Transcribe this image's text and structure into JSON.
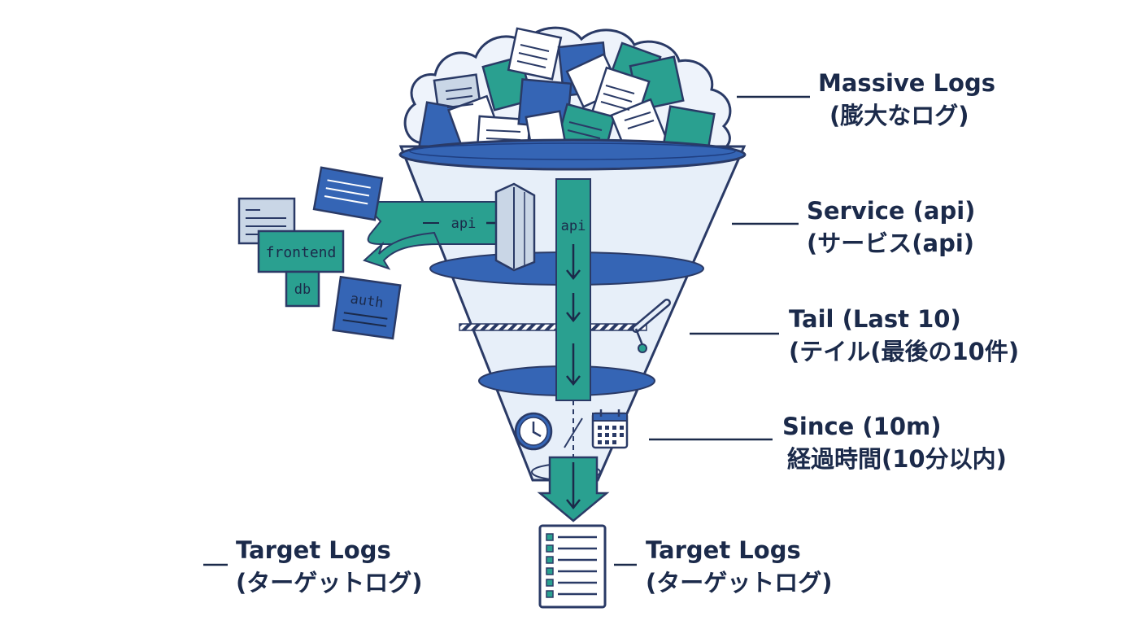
{
  "stages": {
    "massive": {
      "line1": "Massive Logs",
      "line2": "(膨大なログ)"
    },
    "service": {
      "line1": "Service (api)",
      "line2": "(サービス(api)"
    },
    "tail": {
      "line1": "Tail (Last 10)",
      "line2": "(テイル(最後の10件)"
    },
    "since": {
      "line1": "Since (10m)",
      "line2": "経過時間(10分以内)"
    },
    "target_left": {
      "line1": "Target Logs",
      "line2": "(ターゲットログ)"
    },
    "target_right": {
      "line1": "Target Logs",
      "line2": "(ターゲットログ)"
    }
  },
  "services": {
    "api_arrow_label": "api",
    "api_channel_label": "api",
    "frontend": "frontend",
    "db": "db",
    "auth": "auth"
  },
  "colors": {
    "navy": "#1b2a4a",
    "blue": "#3565b5",
    "teal": "#2aa090",
    "pale_blue": "#e7eff9",
    "outline": "#2a3a66"
  },
  "icons": [
    "log-pile-icon",
    "gate-icon",
    "blade-icon",
    "clock-icon",
    "calendar-icon",
    "document-icon"
  ]
}
